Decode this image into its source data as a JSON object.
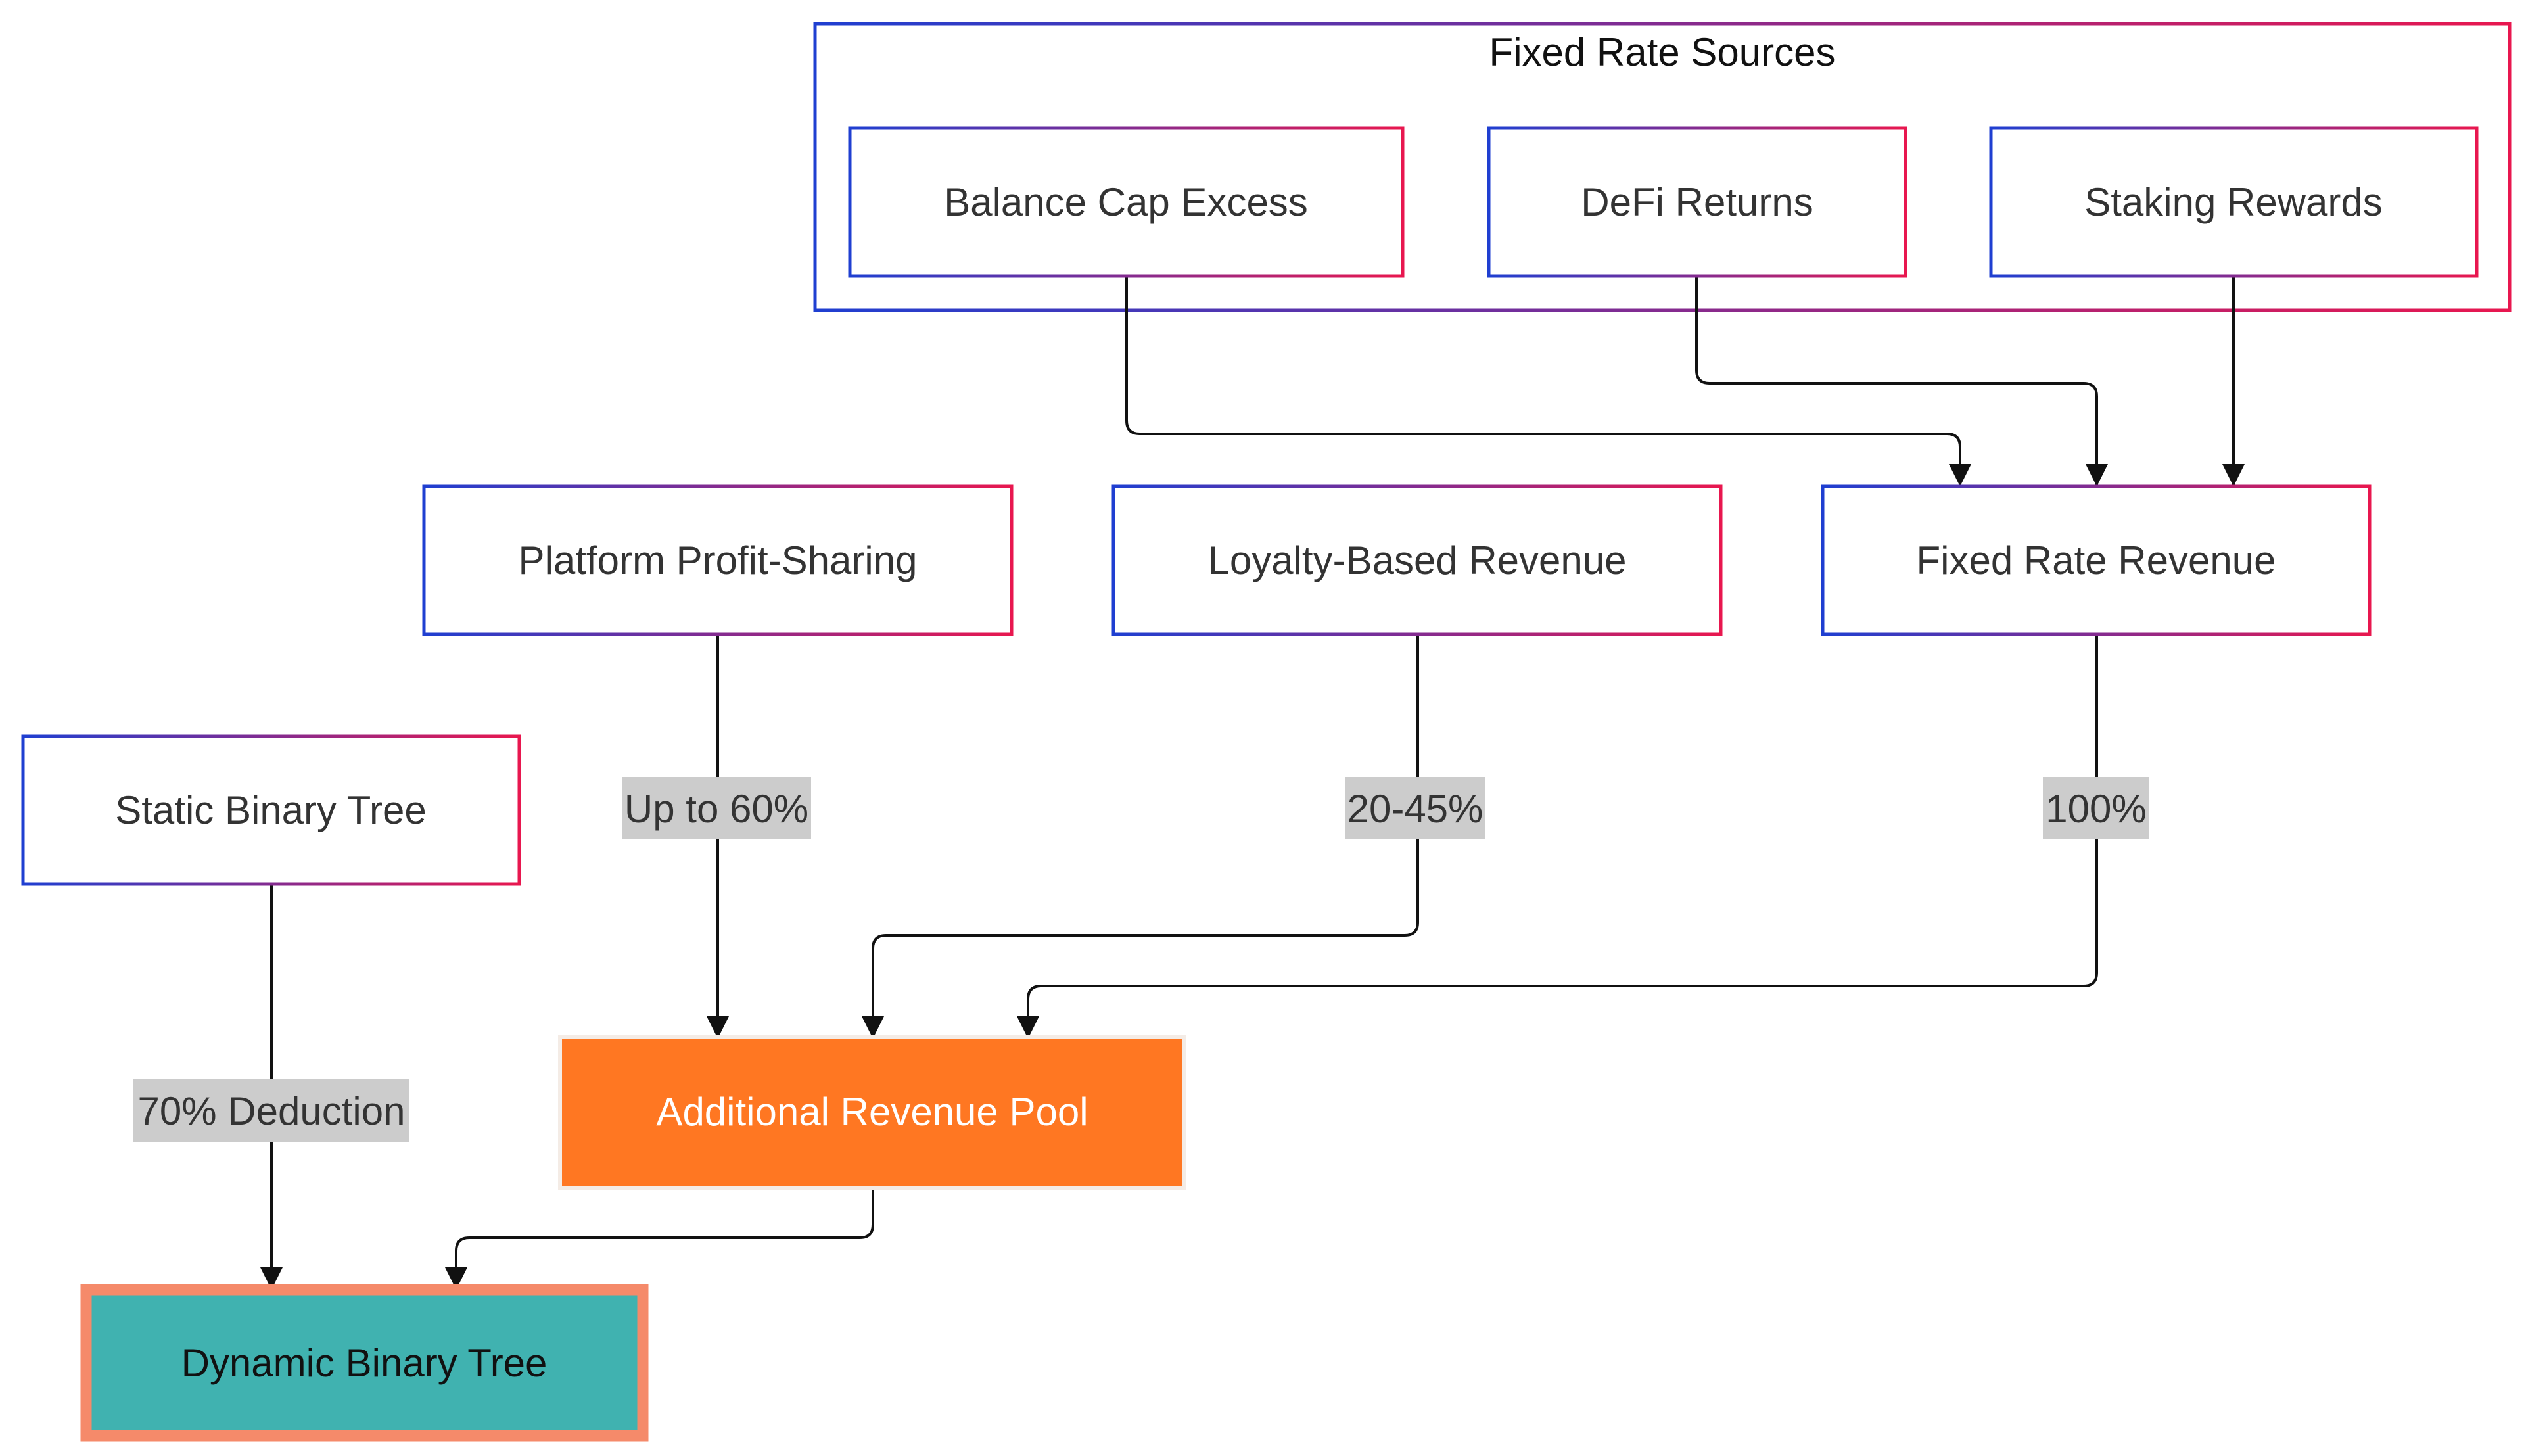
{
  "cluster": {
    "title": "Fixed Rate Sources"
  },
  "nodes": {
    "balance_cap_excess": "Balance Cap Excess",
    "defi_returns": "DeFi Returns",
    "staking_rewards": "Staking Rewards",
    "platform_profit_sharing": "Platform Profit-Sharing",
    "loyalty_based_revenue": "Loyalty-Based Revenue",
    "fixed_rate_revenue": "Fixed Rate Revenue",
    "static_binary_tree": "Static Binary Tree",
    "additional_revenue_pool": "Additional Revenue Pool",
    "dynamic_binary_tree": "Dynamic Binary Tree"
  },
  "edge_labels": {
    "platform_to_pool": "Up to 60%",
    "loyalty_to_pool": "20-45%",
    "fixed_to_pool": "100%",
    "static_to_dynamic": "70% Deduction"
  },
  "colors": {
    "border_gradient_start": "#1f3fd1",
    "border_gradient_end": "#e8174f",
    "pool_fill": "#ff7722",
    "pool_text": "#ffffff",
    "dynamic_fill": "#40b2b0",
    "dynamic_border": "#f58a6a",
    "edge_label_bg": "#cccccc",
    "edge": "#111111"
  }
}
